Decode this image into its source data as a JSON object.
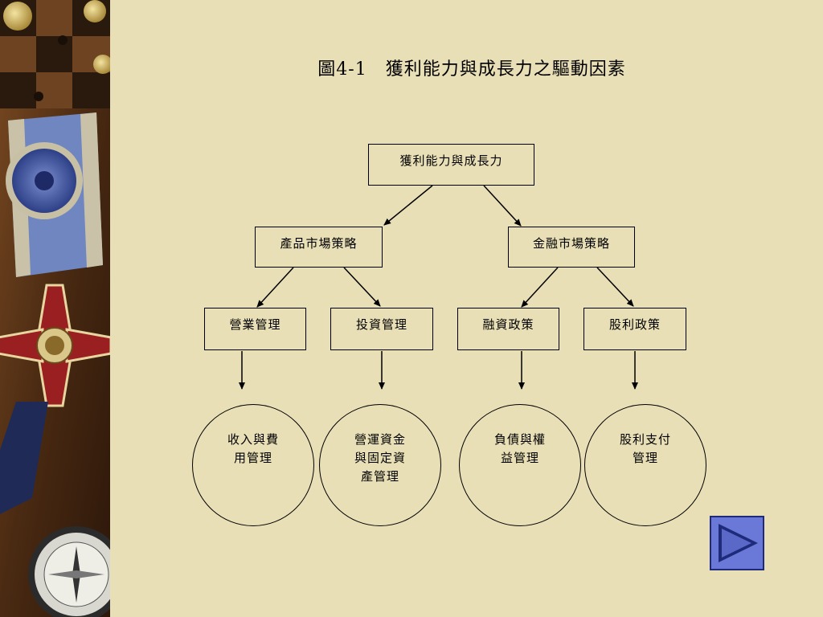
{
  "title": "圖4-1　獲利能力與成長力之驅動因素",
  "diagram": {
    "root": "獲利能力與成長力",
    "level1": [
      "產品市場策略",
      "金融市場策略"
    ],
    "level2": [
      "營業管理",
      "投資管理",
      "融資政策",
      "股利政策"
    ],
    "level3": [
      "收入與費\n用管理",
      "營運資金\n與固定資\n產管理",
      "負債與權\n益管理",
      "股利支付\n管理"
    ]
  },
  "colors": {
    "background": "#e9dfb7",
    "line": "#000000",
    "next_button": "#6a78d8"
  },
  "icons": {
    "next": "play-triangle-icon"
  }
}
